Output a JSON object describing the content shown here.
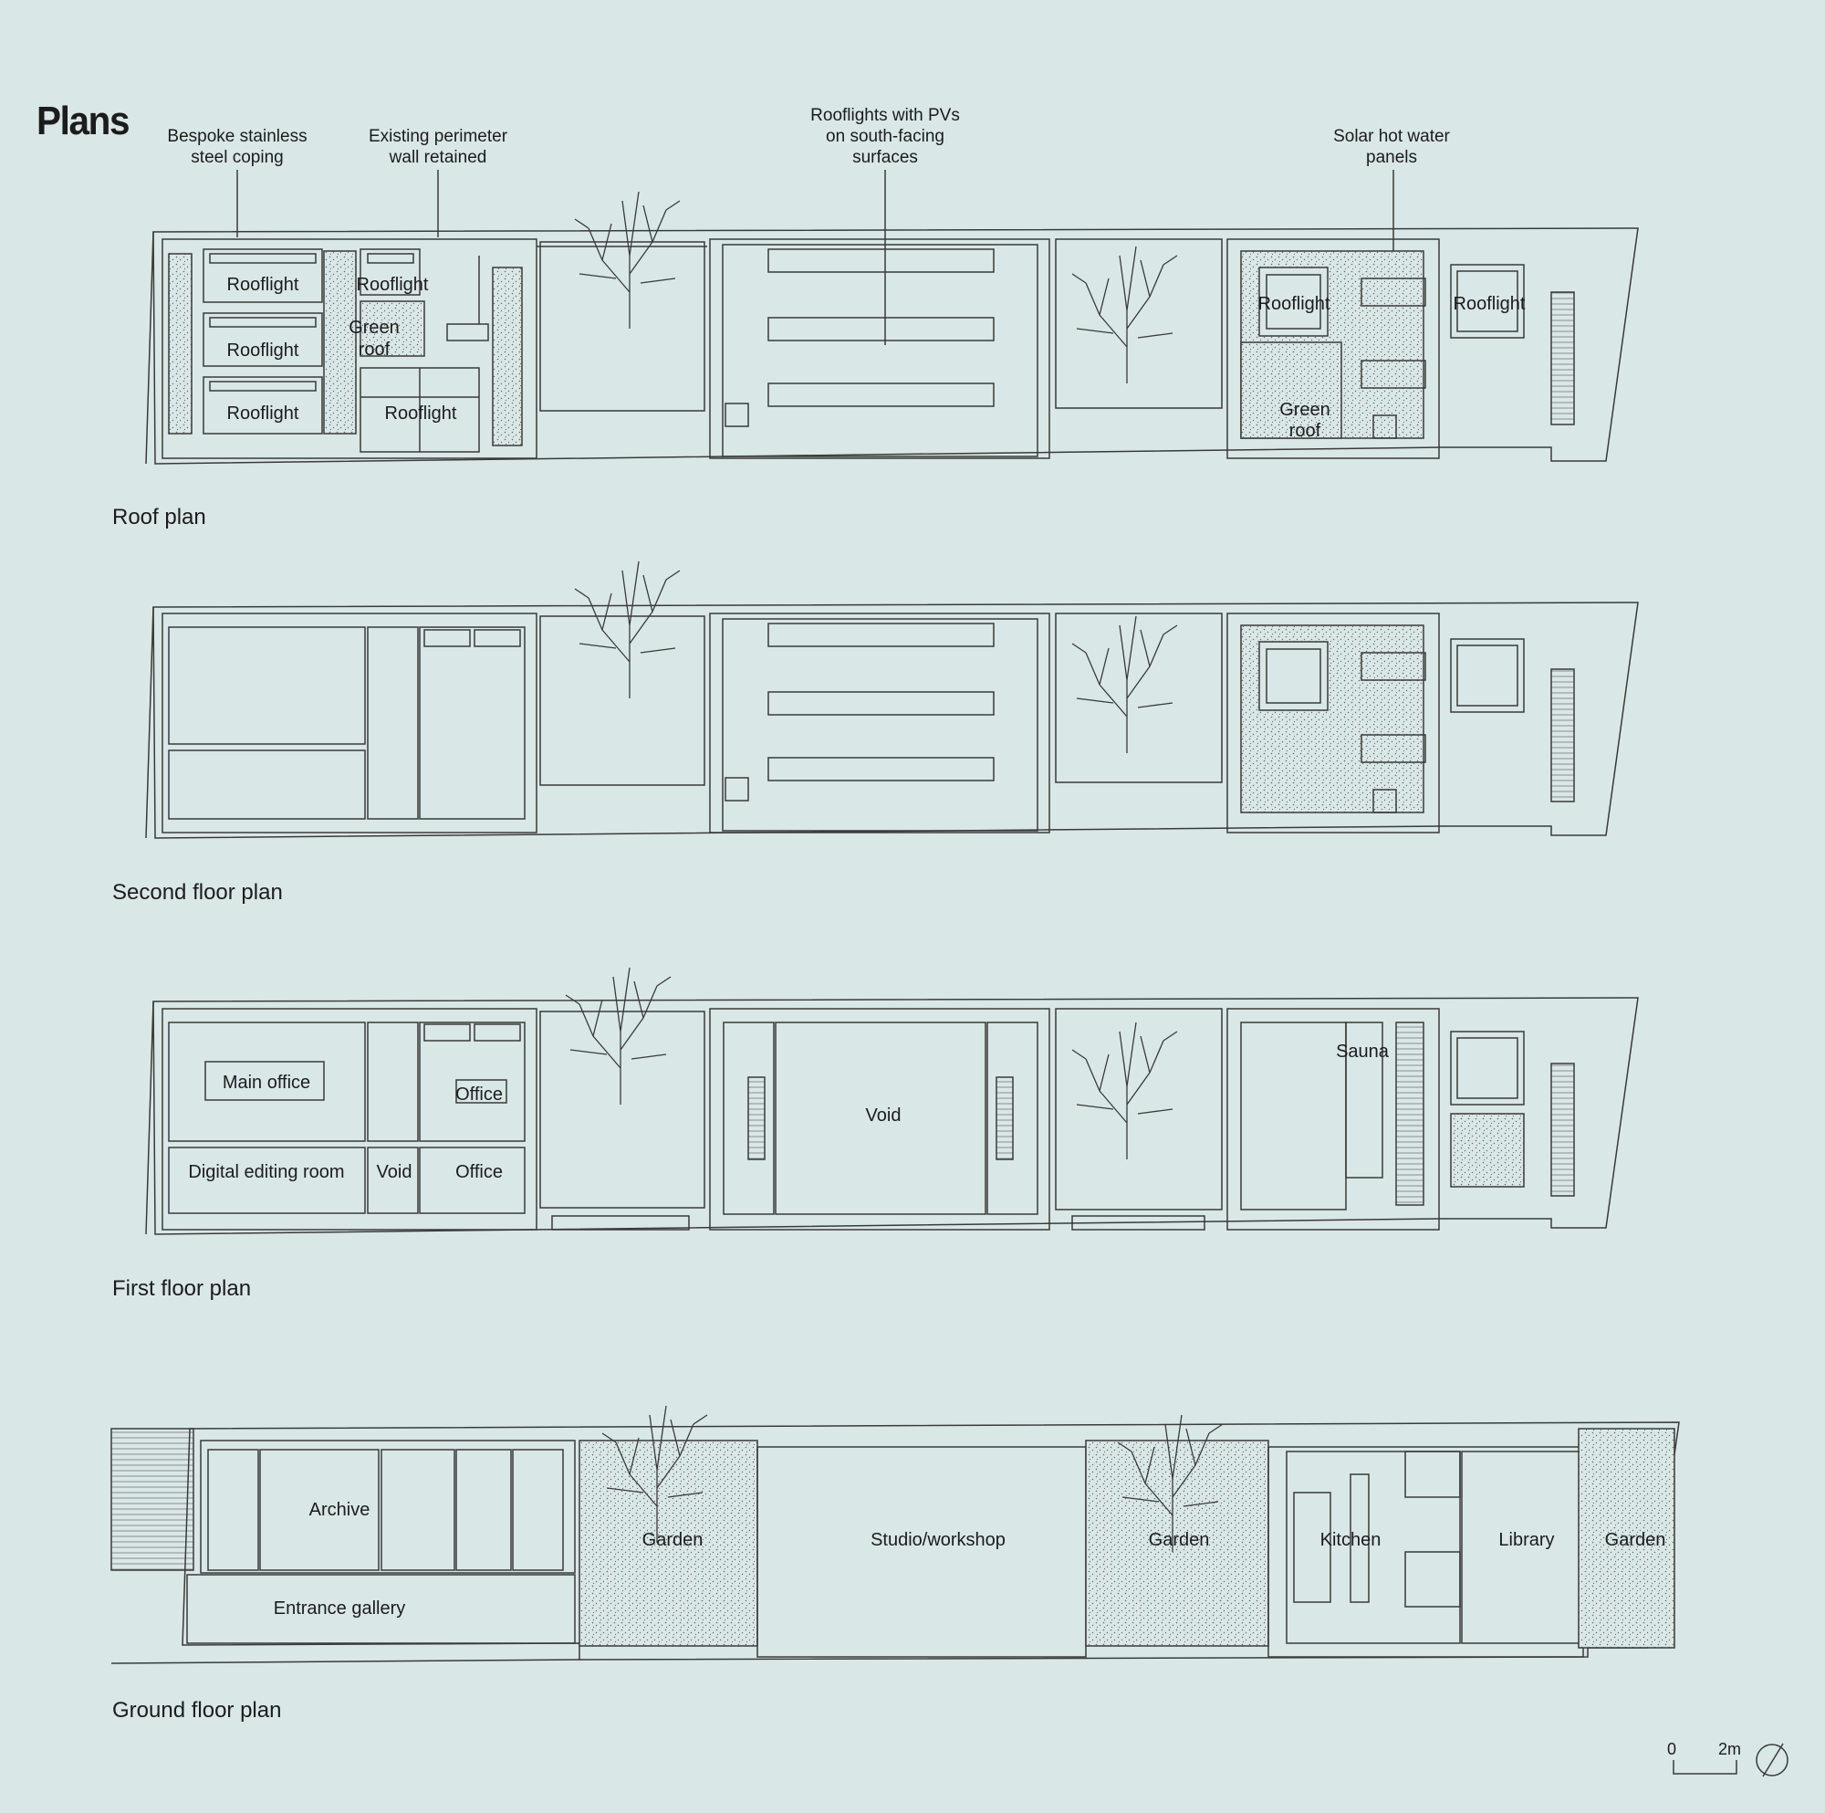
{
  "title": "Plans",
  "callouts": {
    "coping": "Bespoke stainless\nsteel coping",
    "perimeter": "Existing perimeter\nwall retained",
    "pv": "Rooflights with PVs\non south-facing\nsurfaces",
    "solar": "Solar hot water\npanels"
  },
  "captions": {
    "roof": "Roof plan",
    "second": "Second floor plan",
    "first": "First floor plan",
    "ground": "Ground floor plan"
  },
  "roof_labels": {
    "rooflight": "Rooflight",
    "green_roof_1": "Green",
    "green_roof_2": "roof"
  },
  "first_labels": {
    "main_office": "Main office",
    "office": "Office",
    "digital_editing": "Digital editing room",
    "void": "Void",
    "sauna": "Sauna"
  },
  "ground_labels": {
    "archive": "Archive",
    "entrance_gallery": "Entrance gallery",
    "garden": "Garden",
    "studio": "Studio/workshop",
    "kitchen": "Kitchen",
    "library": "Library"
  },
  "scale": {
    "zero": "0",
    "two": "2m"
  },
  "colors": {
    "background": "#d9e7e6",
    "line": "#3a3a3a",
    "stipple": "#6a6a6a"
  }
}
